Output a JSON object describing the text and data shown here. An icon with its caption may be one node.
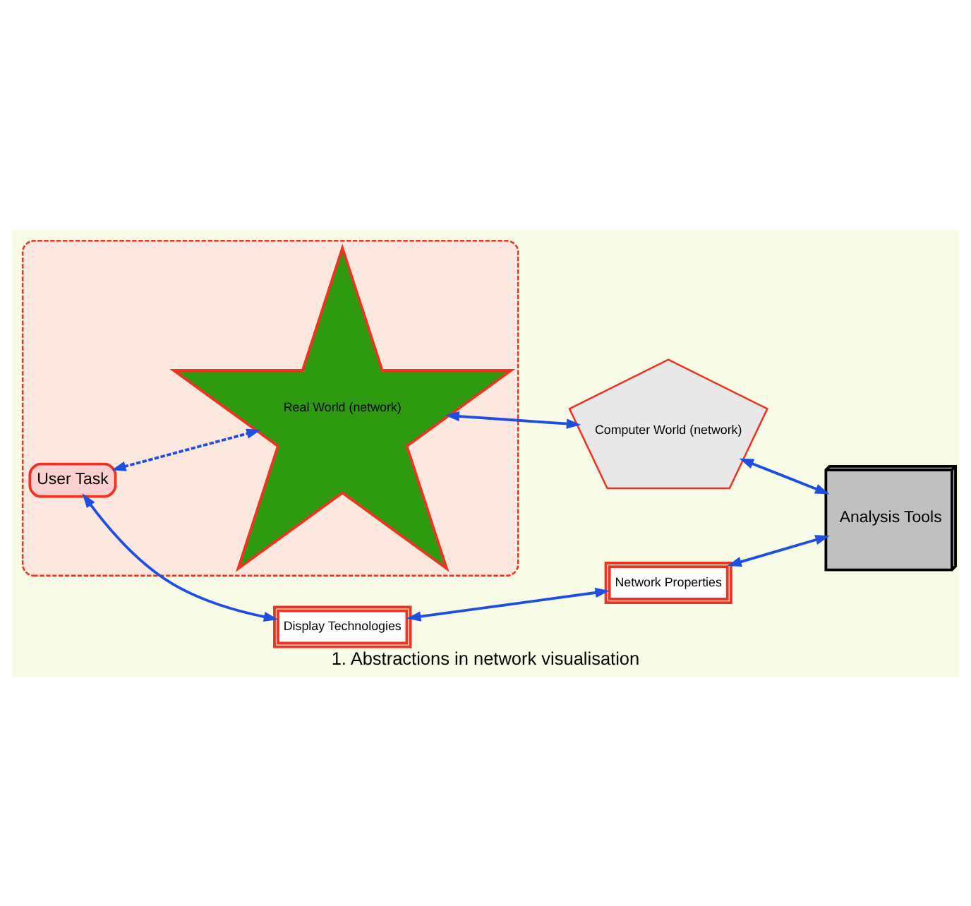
{
  "diagram": {
    "caption": "1. Abstractions in network visualisation",
    "nodes": [
      {
        "text": [],
        "shape": "box"
      },
      {
        "text": [
          "User Task"
        ],
        "in": 0
      },
      {
        "text": [
          "Real World (network)"
        ],
        "in": 0
      },
      {
        "text": [
          "Display Technologies"
        ]
      },
      {
        "text": [
          "Network Properties"
        ]
      },
      {
        "text": [
          "Computer World (network)"
        ]
      },
      {
        "text": [
          "Analysis Tools"
        ]
      }
    ],
    "edges": [
      {
        "from": 1,
        "to": 3,
        "arrow": "both"
      },
      {
        "from": 3,
        "to": 4,
        "arrow": "both"
      },
      {
        "from": 1,
        "to": 2,
        "arrow": "both",
        "style": "dashed"
      },
      {
        "from": 4,
        "to": 6,
        "arrow": "both"
      },
      {
        "from": 2,
        "to": 5,
        "arrow": "both"
      },
      {
        "from": 5,
        "to": 6,
        "arrow": "both"
      }
    ]
  }
}
